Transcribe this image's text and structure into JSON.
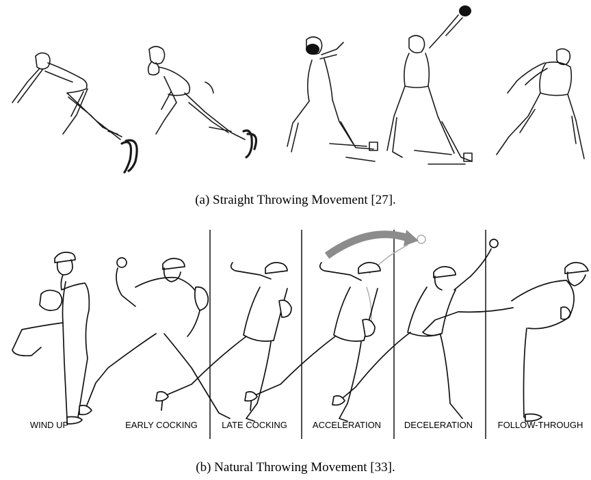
{
  "panel_a": {
    "caption": "(a) Straight Throwing Movement [27]."
  },
  "panel_b": {
    "caption": "(b) Natural Throwing Movement [33].",
    "phases": [
      "WIND UP",
      "EARLY COCKING",
      "LATE COCKING",
      "ACCELERATION",
      "DECELERATION",
      "FOLLOW-THROUGH"
    ]
  }
}
